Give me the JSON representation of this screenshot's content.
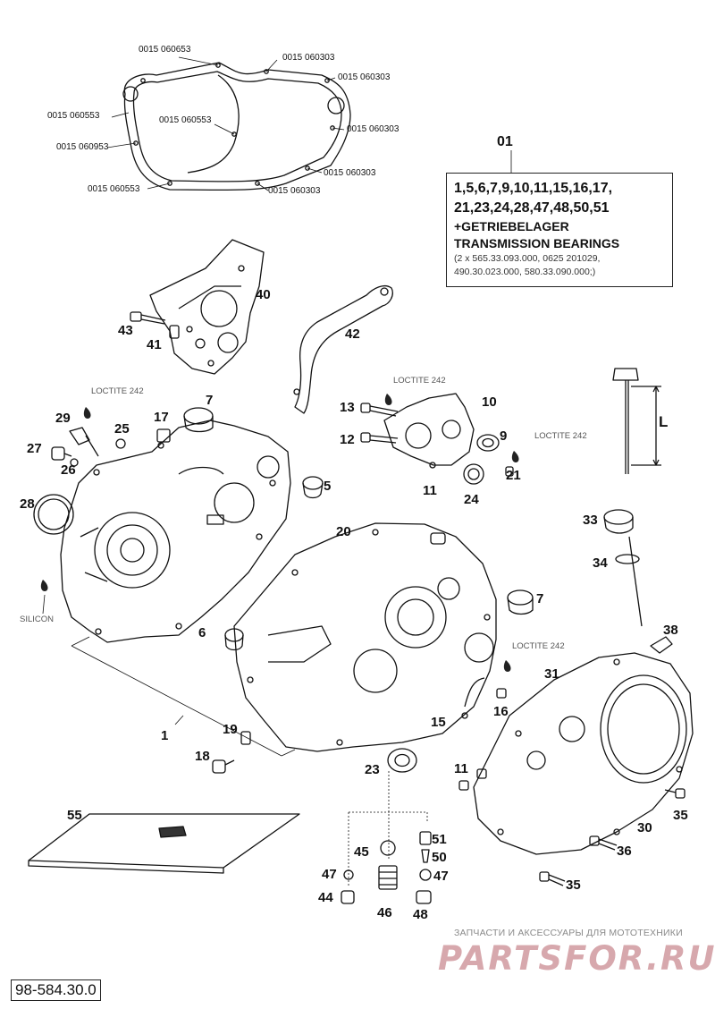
{
  "diagram": {
    "catalog_number": "98-584.30.0",
    "gasket_set_label": "01",
    "kit_lines": [
      "1,5,6,7,9,10,11,15,16,17,",
      "21,23,24,28,47,48,50,51",
      "+GETRIEBELAGER",
      "TRANSMISSION BEARINGS",
      "(2 x 565.33.093.000, 0625 201029,",
      "490.30.023.000, 580.33.090.000;)"
    ],
    "part_numbers": [
      "0015 060653",
      "0015 060303",
      "0015 060303",
      "0015 060553",
      "0015 060553",
      "0015 060303",
      "0015 060953",
      "0015 060303",
      "0015 060553",
      "0015 060303"
    ],
    "notes": [
      "LOCTITE 242",
      "LOCTITE 242",
      "LOCTITE 242",
      "LOCTITE 242",
      "SILICON"
    ],
    "dipstick_dimension": "L",
    "callouts": [
      "40",
      "43",
      "41",
      "42",
      "7",
      "29",
      "25",
      "17",
      "27",
      "26",
      "13",
      "10",
      "12",
      "9",
      "21",
      "11",
      "24",
      "5",
      "28",
      "20",
      "33",
      "34",
      "7",
      "6",
      "38",
      "31",
      "16",
      "15",
      "1",
      "19",
      "18",
      "23",
      "11",
      "30",
      "35",
      "55",
      "45",
      "51",
      "50",
      "47",
      "47",
      "44",
      "46",
      "48",
      "36",
      "35"
    ]
  },
  "watermark": {
    "line1": "ЗАПЧАСТИ И АКСЕССУАРЫ ДЛЯ МОТОТЕХНИКИ",
    "brand": "PARTSFOR.RU"
  },
  "colors": {
    "ink": "#111111",
    "paper": "#ffffff",
    "watermark": "#d7a8ad"
  }
}
